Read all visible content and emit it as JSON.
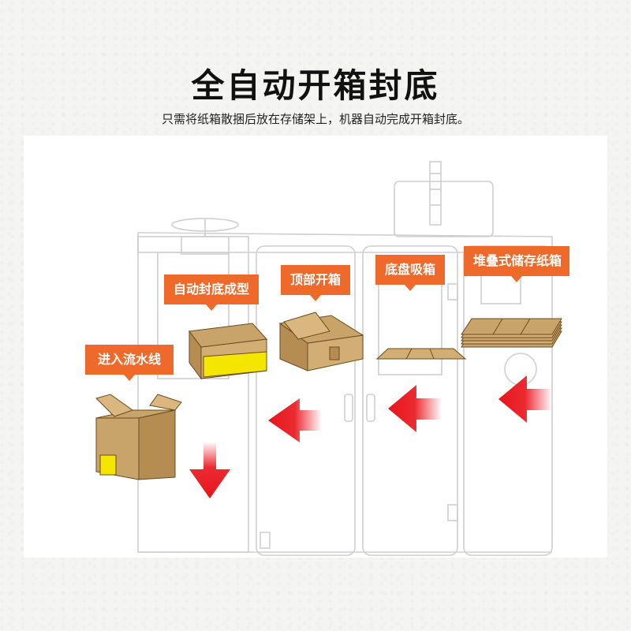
{
  "header": {
    "title": "全自动开箱封底",
    "subtitle": "只需将纸箱散捆后放在存储架上，机器自动完成开箱封底。"
  },
  "steps": [
    {
      "label": "进入流水线"
    },
    {
      "label": "自动封底成型"
    },
    {
      "label": "顶部开箱"
    },
    {
      "label": "底盘吸箱"
    },
    {
      "label": "堆叠式储存纸箱"
    }
  ],
  "colors": {
    "label_bg": "#ef6a2a",
    "arrow_red": "#e8141b",
    "carton": "#c9a46a",
    "tape_yellow": "#f5e600"
  }
}
